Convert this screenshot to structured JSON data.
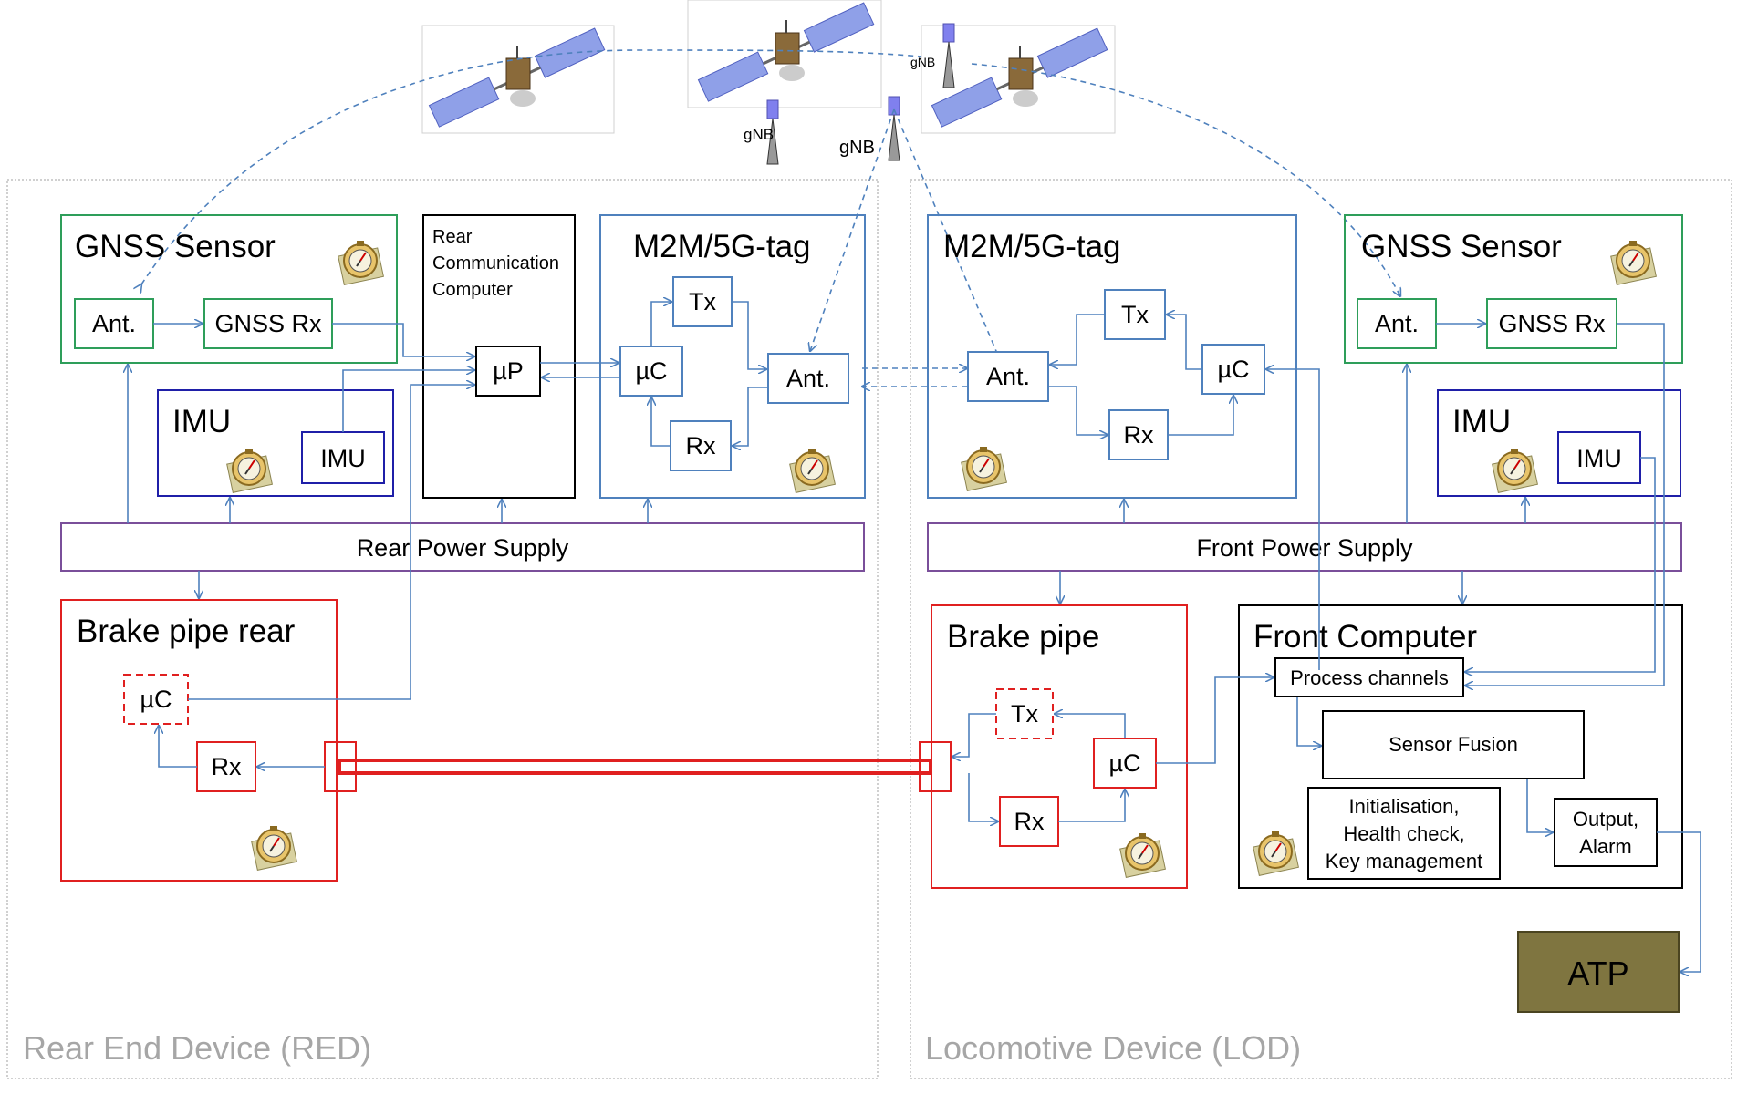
{
  "colors": {
    "blue": "#4f81bd",
    "green": "#2e9e5a",
    "navy": "#1f1fa8",
    "red": "#e02020",
    "purple": "#7a4f9a",
    "black": "#000000",
    "grey_text": "#a6a6a6",
    "atp_fill": "#7f7540",
    "panel_fill": "#b4c7e7"
  },
  "icons": {
    "satellite": "satellite-icon",
    "tower": "gnb-tower-icon",
    "compass": "compass-clock-icon"
  },
  "towers": {
    "label": "gNB"
  },
  "rear": {
    "section_label": "Rear End Device (RED)",
    "gnss": {
      "title": "GNSS Sensor",
      "ant": "Ant.",
      "rx": "GNSS Rx"
    },
    "imu": {
      "title": "IMU",
      "inner": "IMU"
    },
    "comm": {
      "line1": "Rear",
      "line2": "Communication",
      "line3": "Computer",
      "up": "µP"
    },
    "m2m": {
      "title": "M2M/5G-tag",
      "tx": "Tx",
      "uc": "µC",
      "rx": "Rx",
      "ant": "Ant."
    },
    "power": "Rear Power Supply",
    "brake": {
      "title": "Brake pipe rear",
      "uc": "µC",
      "rx": "Rx"
    }
  },
  "front": {
    "section_label": "Locomotive Device (LOD)",
    "m2m": {
      "title": "M2M/5G-tag",
      "ant": "Ant.",
      "tx": "Tx",
      "rx": "Rx",
      "uc": "µC"
    },
    "gnss": {
      "title": "GNSS Sensor",
      "ant": "Ant.",
      "rx": "GNSS Rx"
    },
    "imu": {
      "title": "IMU",
      "inner": "IMU"
    },
    "power": "Front Power Supply",
    "brake": {
      "title": "Brake pipe",
      "tx": "Tx",
      "rx": "Rx",
      "uc": "µC"
    },
    "computer": {
      "title": "Front Computer",
      "process": "Process channels",
      "fusion": "Sensor Fusion",
      "init1": "Initialisation,",
      "init2": "Health check,",
      "init3": "Key management",
      "out1": "Output,",
      "out2": "Alarm"
    },
    "atp": "ATP"
  }
}
